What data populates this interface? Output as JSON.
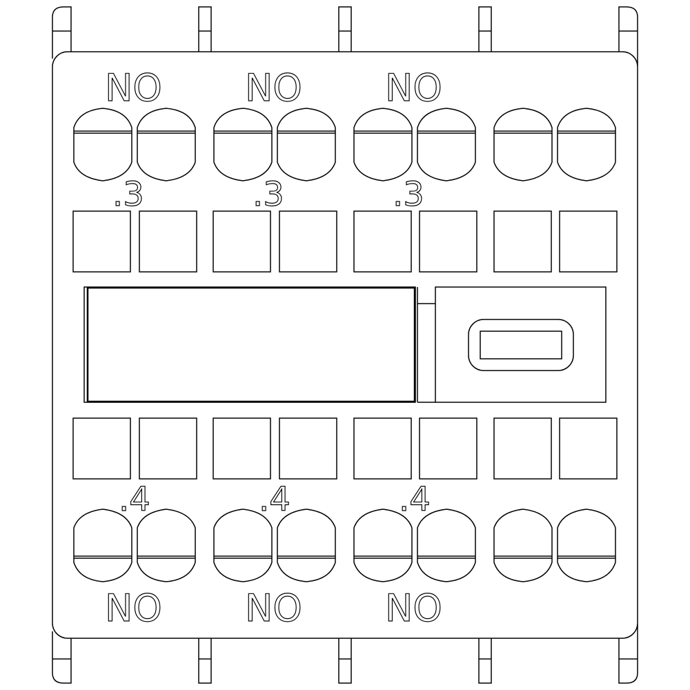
{
  "drawing": {
    "title": "Auxiliary contact block front view",
    "stroke_color": "#000000",
    "background": "#ffffff"
  },
  "top_labels": [
    {
      "contact": "NO",
      "number": ".3"
    },
    {
      "contact": "NO",
      "number": ".3"
    },
    {
      "contact": "NO",
      "number": ".3"
    },
    {
      "contact": "",
      "number": ""
    }
  ],
  "bottom_labels": [
    {
      "contact": "NO",
      "number": ".4"
    },
    {
      "contact": "NO",
      "number": ".4"
    },
    {
      "contact": "NO",
      "number": ".4"
    },
    {
      "contact": "",
      "number": ""
    }
  ]
}
